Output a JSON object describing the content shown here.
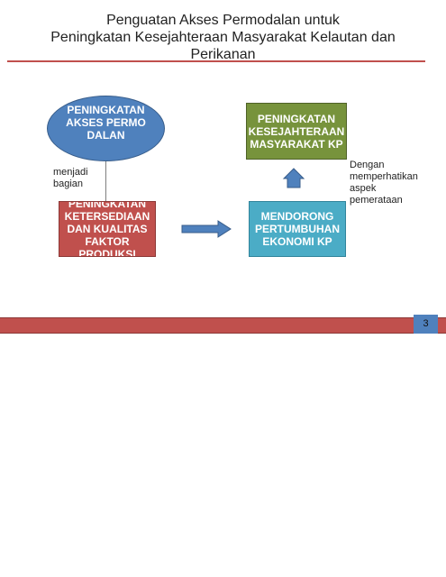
{
  "slide": {
    "title_line1": "Penguatan Akses Permodalan  untuk",
    "title_line2": "Peningkatan Kesejahteraan Masyarakat Kelautan dan",
    "title_line3": "Perikanan",
    "page_number": "3"
  },
  "diagram": {
    "ellipse_label": "PENINGKATAN AKSES PERMODALAN",
    "left_note_line1": "menjadi",
    "left_note_line2": "bagian",
    "red_box_label": "PENINGKATAN KETERSEDIAAN DAN KUALITAS FAKTOR PRODUKSI",
    "teal_box_label": "MENDORONG PERTUMBUHAN EKONOMI KP",
    "green_box_label": "PENINGKATAN KESEJAHTERAAN MASYARAKAT KP",
    "right_note_line1": "Dengan",
    "right_note_line2": "memperhatikan",
    "right_note_line3": "aspek",
    "right_note_line4": "pemerataan"
  },
  "colors": {
    "title_rule": "#c0504d",
    "ellipse": "#4f81bd",
    "red_box": "#c0504d",
    "teal_box": "#4bacc6",
    "green_box": "#77933c",
    "arrow": "#4f81bd",
    "footer_bar": "#c0504d"
  }
}
